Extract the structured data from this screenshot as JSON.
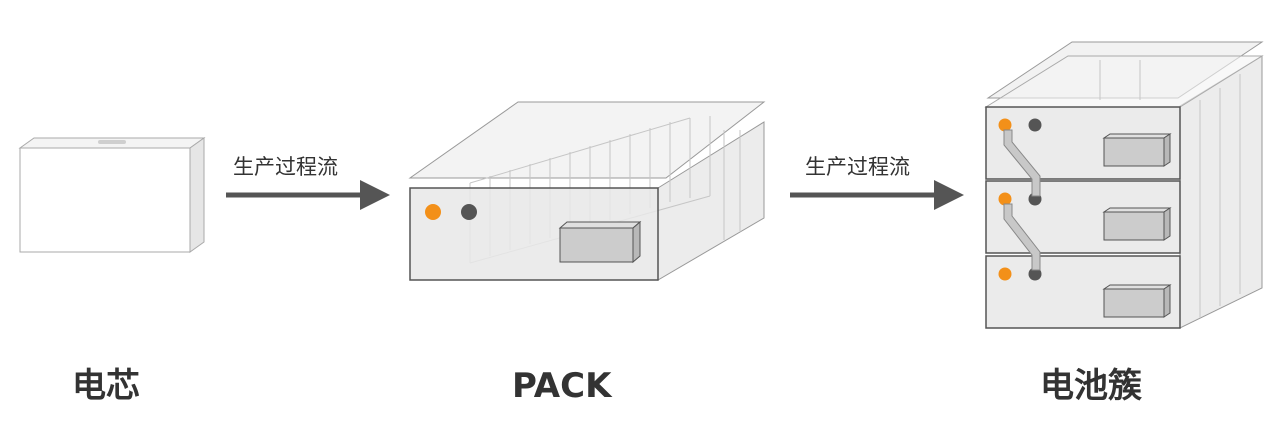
{
  "stages": [
    {
      "label": "电芯"
    },
    {
      "label": "PACK"
    },
    {
      "label": "电池簇"
    }
  ],
  "arrows": [
    {
      "label": "生产过程流"
    },
    {
      "label": "生产过程流"
    }
  ],
  "colors": {
    "accent_orange": "#F39019",
    "terminal_dark": "#555555",
    "outline": "#555555",
    "shell_fill": "#ECECEC",
    "text": "#333333"
  },
  "rack": {
    "module_count": 3
  }
}
